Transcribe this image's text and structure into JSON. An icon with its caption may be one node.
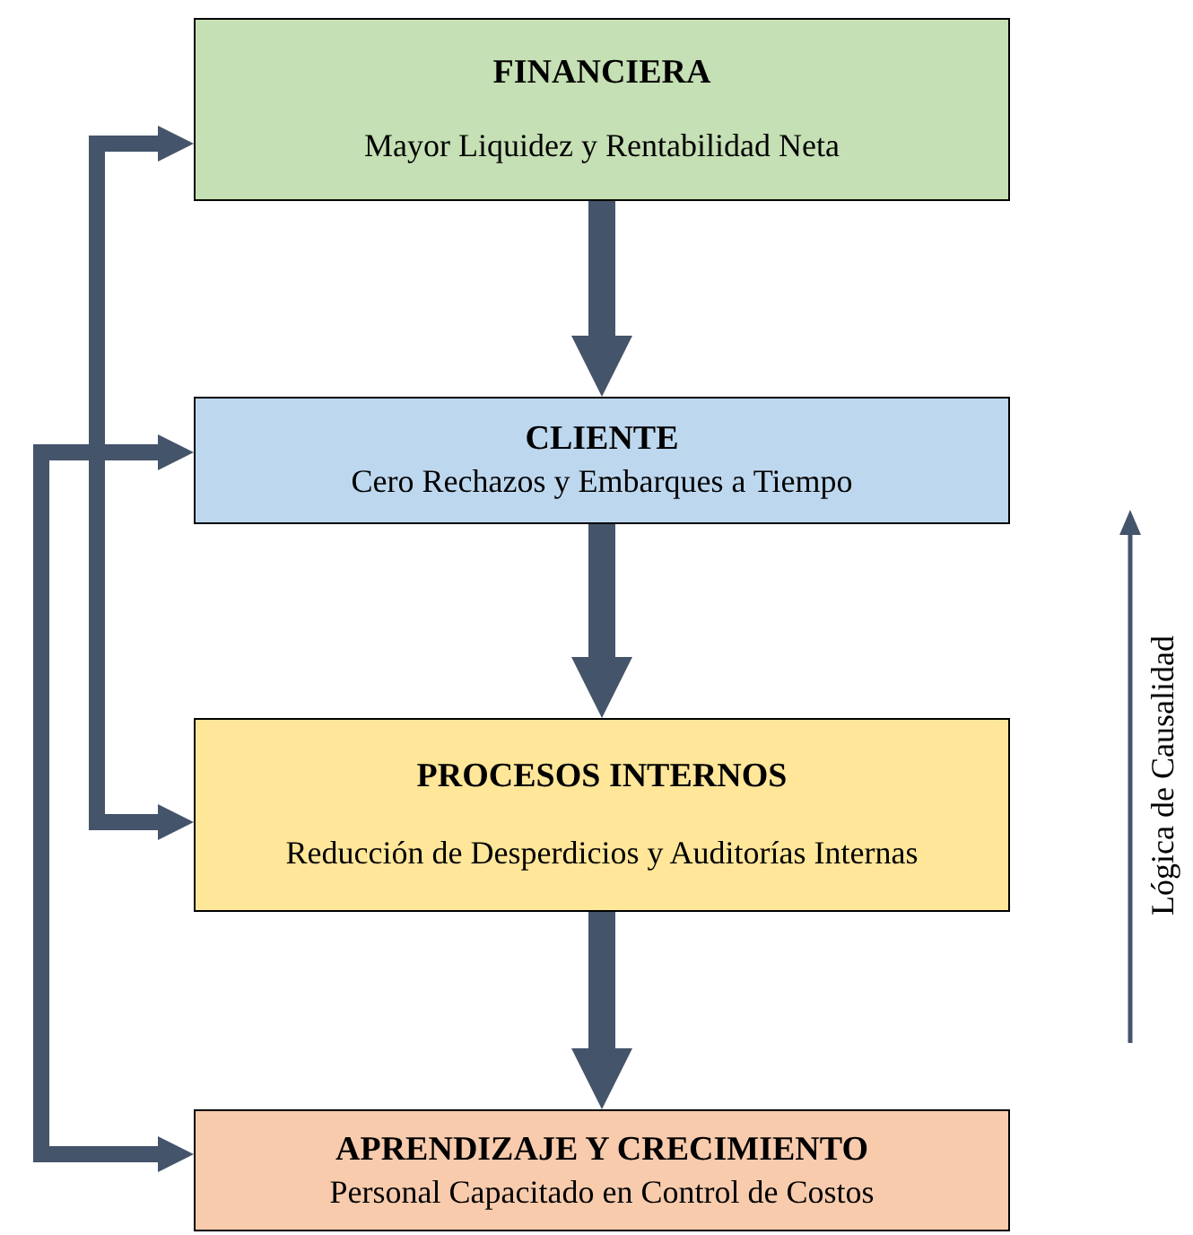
{
  "diagram": {
    "nodes": [
      {
        "text": [
          "FINANCIERA",
          "Mayor Liquidez y Rentabilidad Neta"
        ]
      },
      {
        "text": [
          "CLIENTE",
          "Cero Rechazos y Embarques a Tiempo"
        ]
      },
      {
        "text": [
          "PROCESOS INTERNOS",
          "Reducción de Desperdicios y Auditorías Internas"
        ]
      },
      {
        "text": [
          "APRENDIZAJE Y CRECIMIENTO",
          "Personal Capacitado en Control de Costos"
        ]
      }
    ],
    "edges": [
      {
        "from": 0,
        "to": 1,
        "arrow": "to"
      },
      {
        "from": 1,
        "to": 2,
        "arrow": "to"
      },
      {
        "from": 2,
        "to": 3,
        "arrow": "to"
      },
      {
        "from": 2,
        "to": 0,
        "arrow": "both"
      },
      {
        "from": 3,
        "to": 1,
        "arrow": "both"
      }
    ],
    "labels": [
      "Lógica de Causalidad"
    ]
  }
}
